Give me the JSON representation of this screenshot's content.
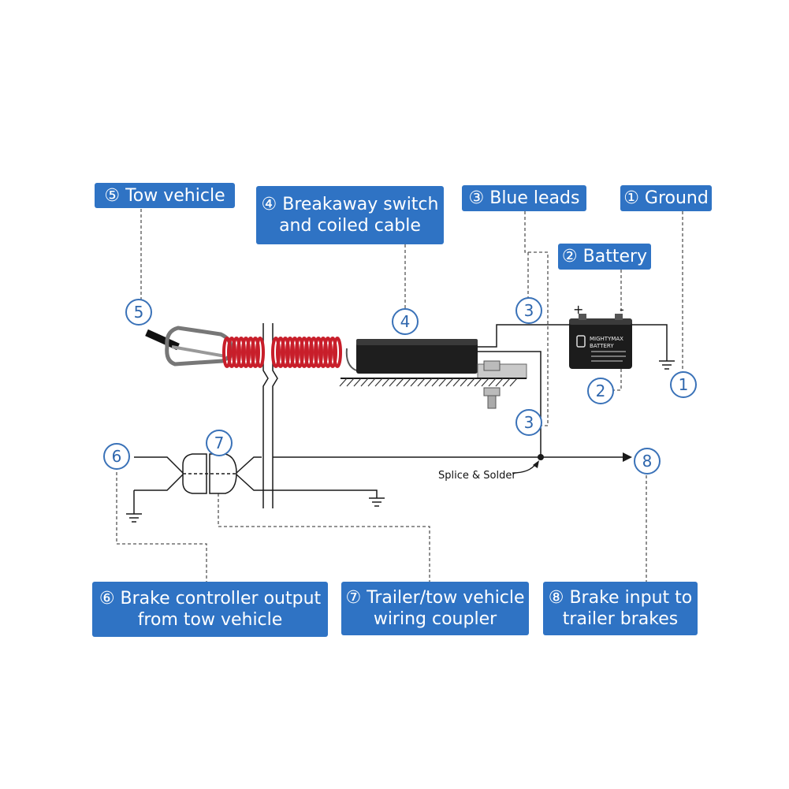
{
  "labels": {
    "tow_vehicle": "⑤ Tow vehicle",
    "breakaway_l1": "④ Breakaway switch",
    "breakaway_l2": "and coiled cable",
    "blue_leads": "③ Blue leads",
    "ground": "① Ground",
    "battery": "② Battery",
    "brake_controller_l1": "⑥ Brake controller output",
    "brake_controller_l2": "from tow vehicle",
    "coupler_l1": "⑦ Trailer/tow vehicle",
    "coupler_l2": "wiring coupler",
    "brake_input_l1": "⑧ Brake input to",
    "brake_input_l2": "trailer brakes"
  },
  "numbers": {
    "n1": "1",
    "n2": "2",
    "n3a": "3",
    "n3b": "3",
    "n4": "4",
    "n5": "5",
    "n6": "6",
    "n7": "7",
    "n8": "8"
  },
  "annotations": {
    "splice": "Splice & Solder",
    "plus": "+",
    "minus": "-",
    "battery_brand_l1": "MIGHTYMAX",
    "battery_brand_l2": "BATTERY"
  },
  "colors": {
    "label_bg": "#2f73c4",
    "cable_red": "#c81e2a",
    "number_blue": "#2e66ad"
  }
}
